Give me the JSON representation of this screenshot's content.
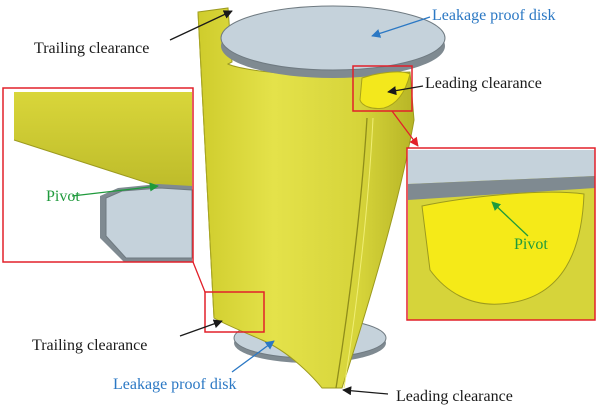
{
  "labels": {
    "trailing_top": "Trailing clearance",
    "leak_top": "Leakage proof disk",
    "leading_top": "Leading clearance",
    "pivot_left": "Pivot",
    "pivot_right": "Pivot",
    "trailing_bottom": "Trailing clearance",
    "leak_bottom": "Leakage proof disk",
    "leading_bottom": "Leading clearance"
  },
  "colors": {
    "vane": "#e0de3c",
    "vane_dark": "#b8b62a",
    "disk": "#c3d1da",
    "disk_edge": "#7f8a91",
    "callout": "#e2202a",
    "pivot_fill": "#f5ea18",
    "dark_text": "#1a1a1a",
    "blue_text": "#2b78c4",
    "green_text": "#1f9a3c"
  }
}
